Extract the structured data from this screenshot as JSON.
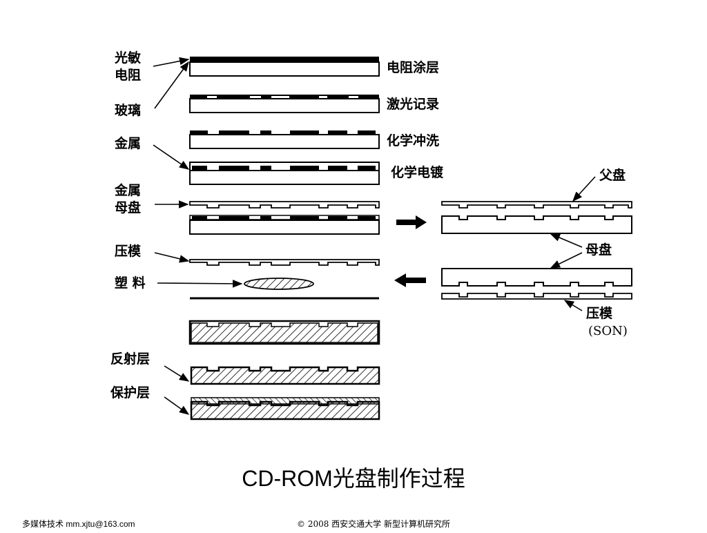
{
  "labels": {
    "photoresist": "光敏\n电阻",
    "glass": "玻璃",
    "metal": "金属",
    "metal_master": "金属\n母盘",
    "stamper": "压模",
    "plastic": "塑 料",
    "reflective": "反射层",
    "protective": "保护层"
  },
  "steps": {
    "coating": "电阻涂层",
    "laser": "激光记录",
    "develop": "化学冲洗",
    "plating": "化学电镀"
  },
  "right_labels": {
    "father": "父盘",
    "mother": "母盘",
    "stamper": "压模",
    "son": "(SON)"
  },
  "title": "CD-ROM光盘制作过程",
  "footer": {
    "left": "多媒体技术 mm.xjtu@163.com",
    "right": "© 2008 西安交通大学 新型计算机研究所"
  }
}
